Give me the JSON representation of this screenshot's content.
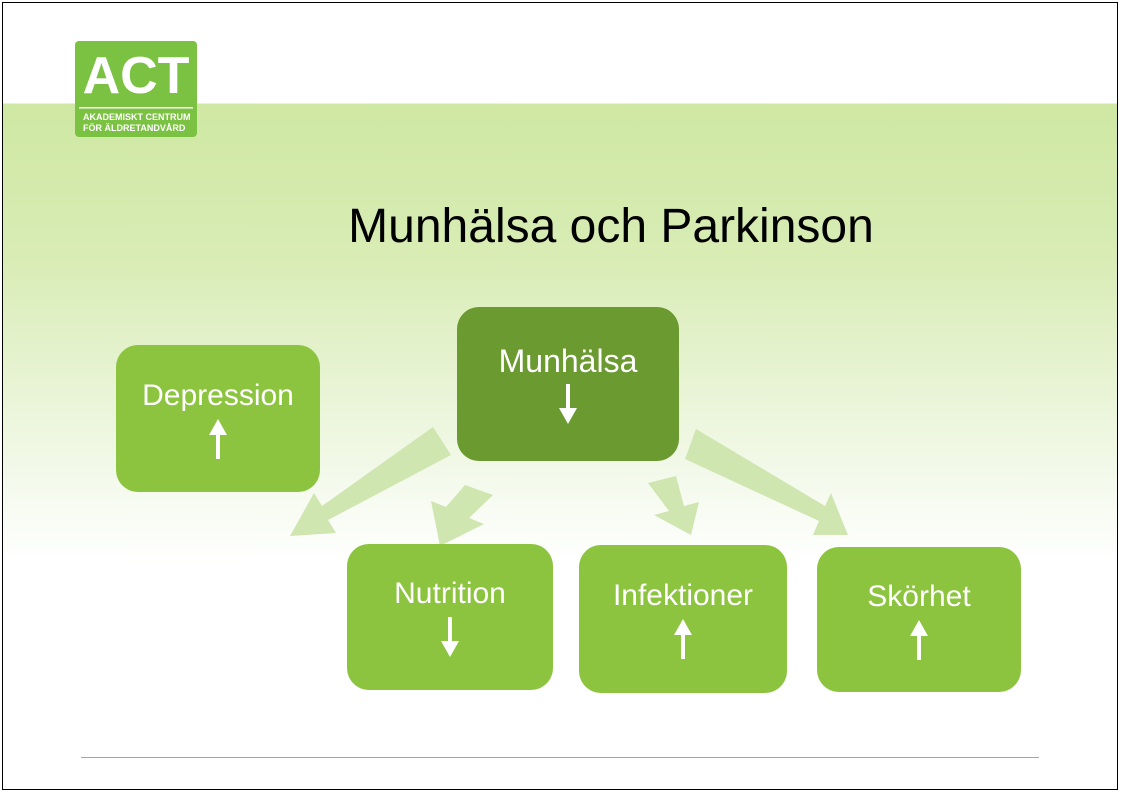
{
  "logo": {
    "text": "ACT",
    "subtitle_line1": "AKADEMISKT CENTRUM",
    "subtitle_line2": "FÖR ÄLDRETANDVÅRD"
  },
  "title": "Munhälsa och Parkinson",
  "main_node": {
    "label": "Munhälsa",
    "trend": "down"
  },
  "sub_nodes": [
    {
      "label": "Depression",
      "trend": "up"
    },
    {
      "label": "Nutrition",
      "trend": "down"
    },
    {
      "label": "Infektioner",
      "trend": "up"
    },
    {
      "label": "Skörhet",
      "trend": "up"
    }
  ],
  "colors": {
    "main_box": "#6b9a30",
    "sub_box": "#8cc43f",
    "connector_arrow": "#cfe6b0",
    "logo_green": "#7bc142"
  }
}
